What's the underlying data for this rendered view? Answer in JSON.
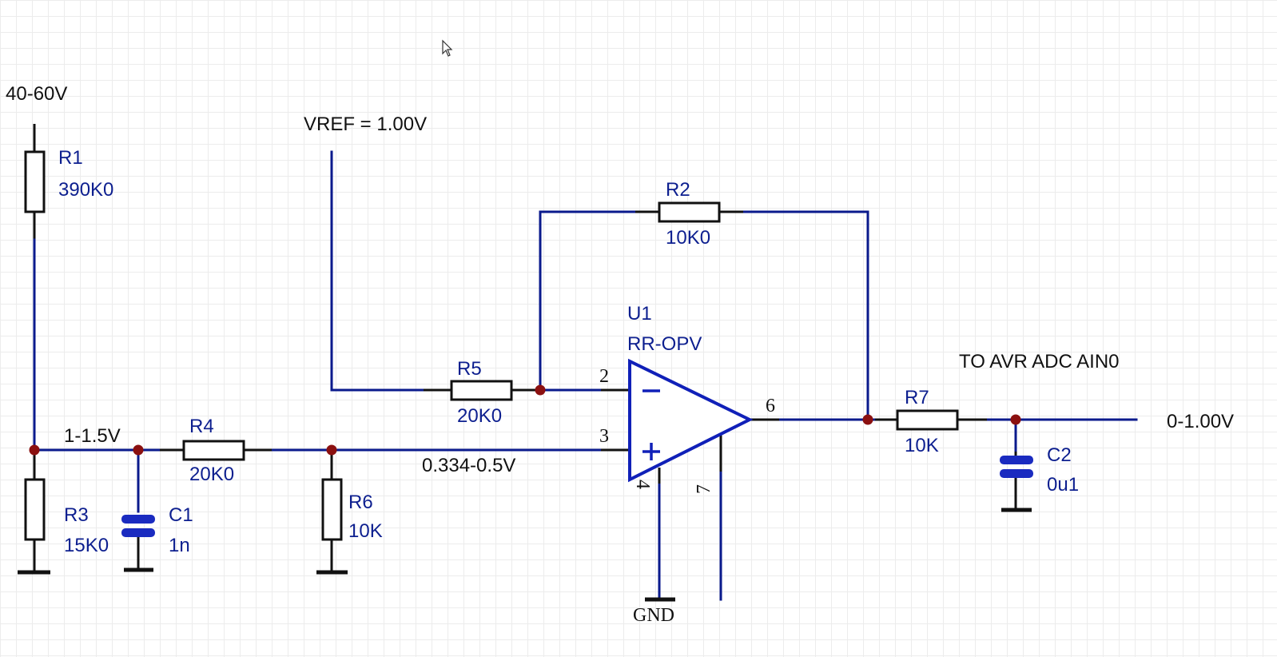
{
  "nets": {
    "input_voltage": "40-60V",
    "vref": "VREF = 1.00V",
    "divider_node": "1-1.5V",
    "noninv_node": "0.334-0.5V",
    "adc_note": "TO AVR ADC AIN0",
    "output": "0-1.00V",
    "ground": "GND"
  },
  "components": {
    "R1": {
      "ref": "R1",
      "value": "390K0"
    },
    "R2": {
      "ref": "R2",
      "value": "10K0"
    },
    "R3": {
      "ref": "R3",
      "value": "15K0"
    },
    "R4": {
      "ref": "R4",
      "value": "20K0"
    },
    "R5": {
      "ref": "R5",
      "value": "20K0"
    },
    "R6": {
      "ref": "R6",
      "value": "10K"
    },
    "R7": {
      "ref": "R7",
      "value": "10K"
    },
    "C1": {
      "ref": "C1",
      "value": "1n"
    },
    "C2": {
      "ref": "C2",
      "value": "0u1"
    },
    "U1": {
      "ref": "U1",
      "value": "RR-OPV"
    }
  },
  "pins": {
    "inv": "2",
    "noninv": "3",
    "vneg": "4",
    "out": "6",
    "vpos": "7",
    "minus_sign": "−",
    "plus_sign": "+"
  },
  "colors": {
    "wire": "#0a1a8c",
    "junction": "#8b1010",
    "opamp": "#1020b8",
    "reference_text": "#0d1f8f"
  }
}
